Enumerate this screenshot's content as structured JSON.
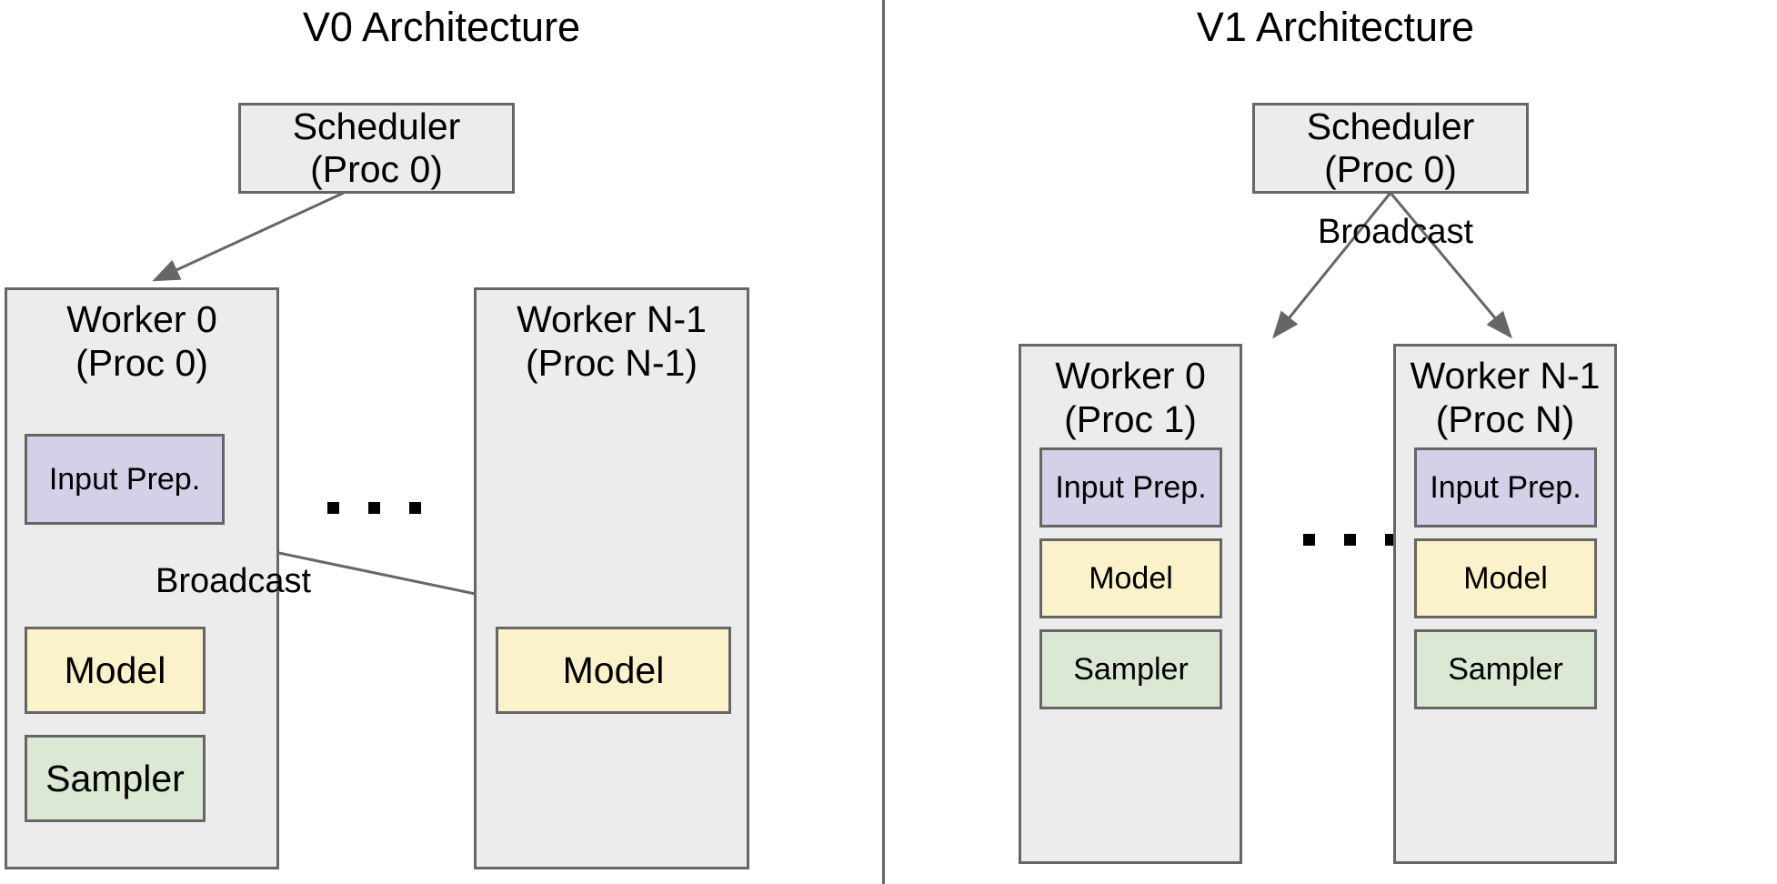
{
  "figure": {
    "divider_color": "#666666",
    "box_border_color": "#666666",
    "box_fill_color": "#ececec",
    "colors": {
      "input_prep": "#d5cfe8",
      "model": "#fbf2cc",
      "sampler": "#dbe8d4"
    }
  },
  "panels": [
    {
      "id": "v0",
      "title": "V0 Architecture",
      "scheduler": {
        "line1": "Scheduler",
        "line2": "(Proc 0)"
      },
      "workers": [
        {
          "line1": "Worker 0",
          "line2": "(Proc 0)",
          "components": [
            "Input Prep.",
            "Model",
            "Sampler"
          ]
        },
        {
          "line1": "Worker N-1",
          "line2": "(Proc N-1)",
          "components": [
            "Model"
          ]
        }
      ],
      "ellipsis": "...",
      "edge_labels": [
        "Broadcast"
      ]
    },
    {
      "id": "v1",
      "title": "V1 Architecture",
      "scheduler": {
        "line1": "Scheduler",
        "line2": "(Proc 0)"
      },
      "workers": [
        {
          "line1": "Worker 0",
          "line2": "(Proc 1)",
          "components": [
            "Input Prep.",
            "Model",
            "Sampler"
          ]
        },
        {
          "line1": "Worker N-1",
          "line2": "(Proc N)",
          "components": [
            "Input Prep.",
            "Model",
            "Sampler"
          ]
        }
      ],
      "ellipsis": "...",
      "edge_labels": [
        "Broadcast"
      ]
    }
  ]
}
